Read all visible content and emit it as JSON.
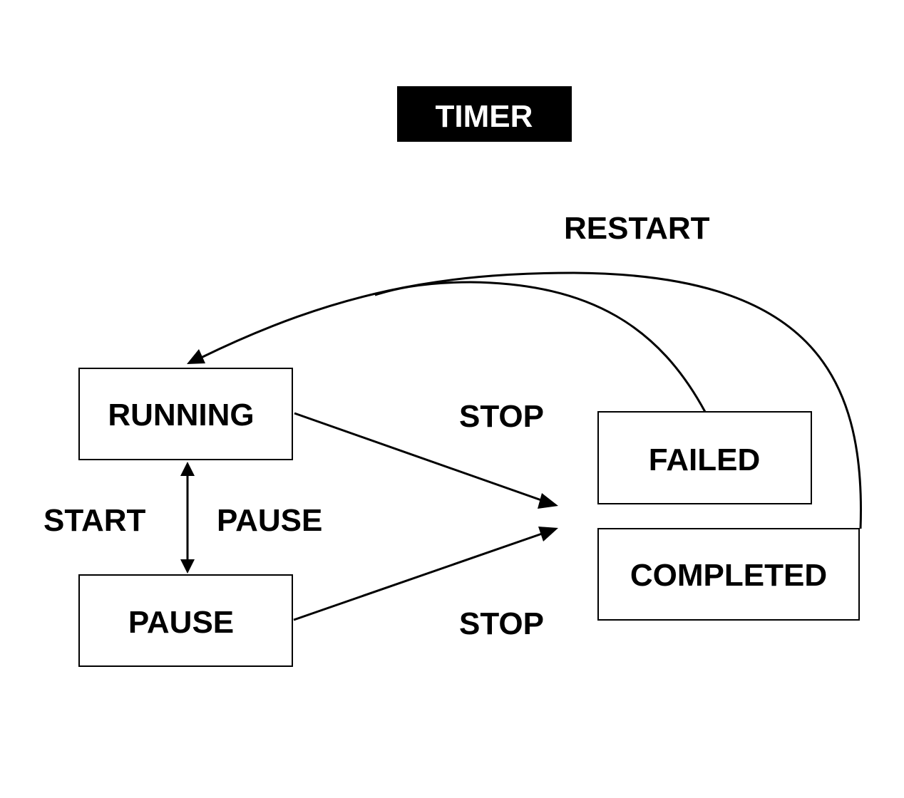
{
  "title": "TIMER",
  "states": {
    "running": "RUNNING",
    "pause": "PAUSE",
    "failed": "FAILED",
    "completed": "COMPLETED"
  },
  "transitions": {
    "start": "START",
    "pause": "PAUSE",
    "stop_top": "STOP",
    "stop_bottom": "STOP",
    "restart": "RESTART"
  },
  "colors": {
    "ink": "#000000",
    "background": "#ffffff"
  }
}
